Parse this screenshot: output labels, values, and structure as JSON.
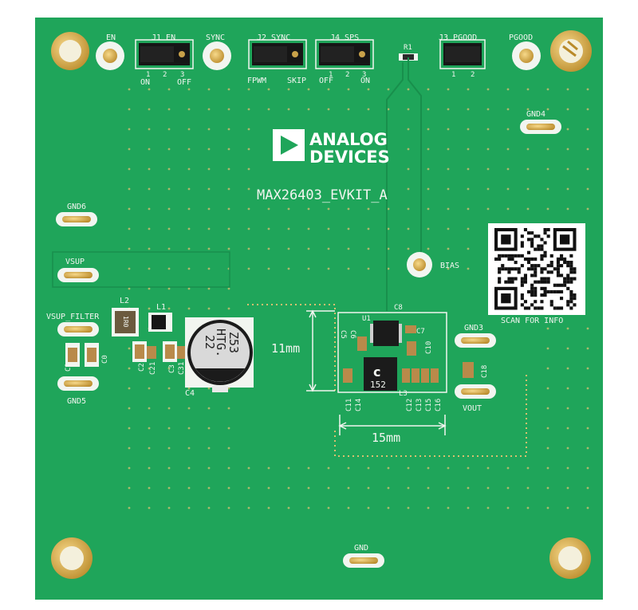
{
  "board": {
    "colors": {
      "pcb": "#1fa55a",
      "pcb_dark": "#178a48",
      "silkscreen": "#f2f5f0",
      "gold": "#e3b54a",
      "black": "#161616"
    },
    "logo": {
      "line1": "ANALOG",
      "line2": "DEVICES"
    },
    "model": "MAX26403_EVKIT_A",
    "qr_caption": "SCAN FOR INFO",
    "test_points": {
      "en": "EN",
      "sync": "SYNC",
      "pgood": "PGOOD",
      "bias": "BIAS",
      "gnd4": "GND4",
      "gnd6": "GND6",
      "vsup": "VSUP",
      "vsup_filter": "VSUP_FILTER",
      "gnd5": "GND5",
      "gnd3": "GND3",
      "vout": "VOUT",
      "gnd": "GND"
    },
    "jumpers": {
      "j1": {
        "title": "J1 EN",
        "pins": [
          "1",
          "2",
          "3"
        ],
        "left": "ON",
        "right": "OFF"
      },
      "j2": {
        "title": "J2 SYNC",
        "left": "FPWM",
        "right": "SKIP"
      },
      "j4": {
        "title": "J4 SPS",
        "pins": [
          "1",
          "2",
          "3"
        ],
        "left": "OFF",
        "right": "ON"
      },
      "j3": {
        "title": "J3 PGOOD",
        "pins": [
          "1",
          "2"
        ]
      },
      "r1": "R1"
    },
    "components": {
      "l2": "L2",
      "l1": "L1",
      "l2_marking": "1R0",
      "c4": "C4",
      "cap_top": "22",
      "cap_mid": "HTG.",
      "cap_bot": "Z53",
      "c1": "C1",
      "c0": "C0",
      "c2": "C2",
      "c21": "C21",
      "c3": "C3",
      "c31": "C31",
      "u1": "U1",
      "c8": "C8",
      "c5": "C5",
      "c6": "C6",
      "c7": "C7",
      "c10": "C10",
      "l3": "L3",
      "inductor_mark": "152",
      "c11": "C11",
      "c14": "C14",
      "c12": "C12",
      "c13": "C13",
      "c15": "C15",
      "c16": "C16",
      "c18": "C18"
    },
    "dimensions": {
      "height": "11mm",
      "width": "15mm"
    }
  }
}
